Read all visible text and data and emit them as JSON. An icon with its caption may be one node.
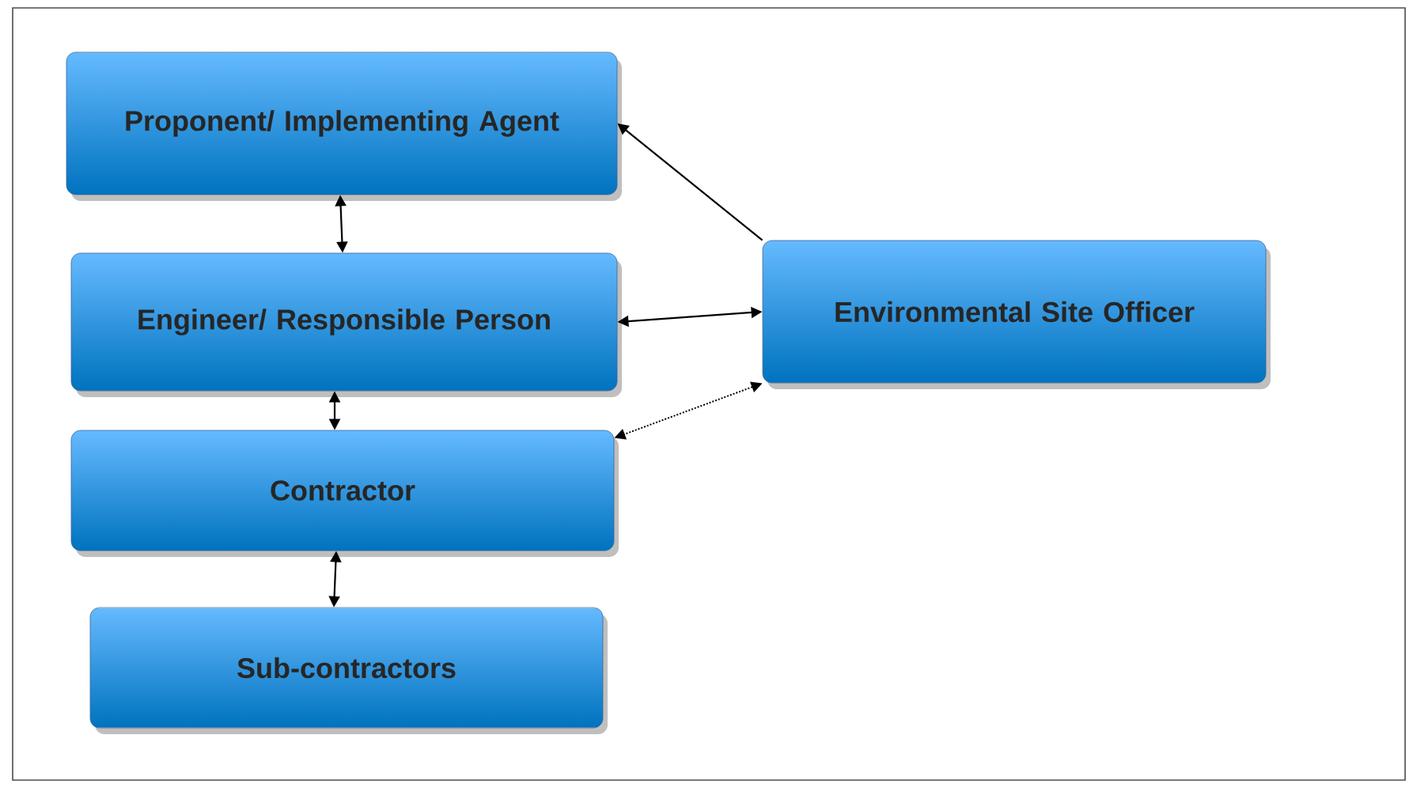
{
  "diagram": {
    "nodes": [
      {
        "text": [
          "Proponent/ Implementing Agent"
        ]
      },
      {
        "text": [
          "Engineer/ Responsible Person"
        ]
      },
      {
        "text": [
          "Contractor"
        ]
      },
      {
        "text": [
          "Sub-contractors"
        ]
      },
      {
        "text": [
          "Environmental Site Officer"
        ]
      }
    ],
    "edges": [
      {
        "from": 4,
        "to": 0,
        "arrow": "to"
      },
      {
        "from": 0,
        "to": 1,
        "arrow": "both"
      },
      {
        "from": 1,
        "to": 4,
        "arrow": "both"
      },
      {
        "from": 1,
        "to": 2,
        "arrow": "both"
      },
      {
        "from": 4,
        "to": 2,
        "arrow": "both",
        "style": "dashed"
      },
      {
        "from": 2,
        "to": 3,
        "arrow": "both"
      }
    ]
  }
}
